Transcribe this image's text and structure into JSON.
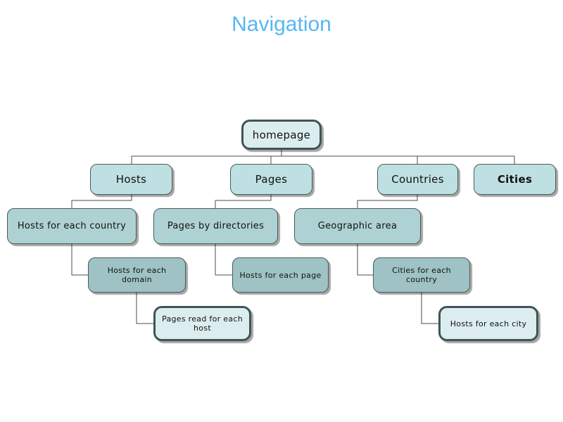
{
  "title": "Navigation",
  "colors": {
    "title_text": "#56b7f2",
    "primary_fill": "#dcedf0",
    "primary_border": "#3f5456",
    "level2_fill": "#bfe0e3",
    "level3_fill": "#aed2d4",
    "level4_fill": "#9fc2c4",
    "box_border": "#4a5a5a",
    "connector_line": "#4d4d4d",
    "shadow": "#9a9a9a"
  },
  "nodes": {
    "homepage": {
      "label": "homepage",
      "level": 1,
      "emphasis": "normal"
    },
    "hosts": {
      "label": "Hosts",
      "level": 2,
      "emphasis": "normal"
    },
    "pages": {
      "label": "Pages",
      "level": 2,
      "emphasis": "normal"
    },
    "countries": {
      "label": "Countries",
      "level": 2,
      "emphasis": "normal"
    },
    "cities": {
      "label": "Cities",
      "level": 2,
      "emphasis": "bold"
    },
    "hosts_country": {
      "label": "Hosts for each country",
      "level": 3,
      "emphasis": "normal"
    },
    "pages_dirs": {
      "label": "Pages by directories",
      "level": 3,
      "emphasis": "normal"
    },
    "geo_area": {
      "label": "Geographic area",
      "level": 3,
      "emphasis": "normal"
    },
    "hosts_domain": {
      "label": "Hosts for each domain",
      "level": 4,
      "emphasis": "normal"
    },
    "hosts_page": {
      "label": "Hosts for each page",
      "level": 4,
      "emphasis": "normal"
    },
    "cities_country": {
      "label": "Cities for each country",
      "level": 4,
      "emphasis": "normal"
    },
    "pages_host": {
      "label": "Pages read for each host",
      "level": 5,
      "emphasis": "normal"
    },
    "hosts_city": {
      "label": "Hosts for each city",
      "level": 5,
      "emphasis": "normal"
    }
  },
  "edges": [
    {
      "from": "homepage",
      "to": "hosts"
    },
    {
      "from": "homepage",
      "to": "pages"
    },
    {
      "from": "homepage",
      "to": "countries"
    },
    {
      "from": "homepage",
      "to": "cities"
    },
    {
      "from": "hosts",
      "to": "hosts_country"
    },
    {
      "from": "pages",
      "to": "pages_dirs"
    },
    {
      "from": "countries",
      "to": "geo_area"
    },
    {
      "from": "hosts_country",
      "to": "hosts_domain"
    },
    {
      "from": "pages_dirs",
      "to": "hosts_page"
    },
    {
      "from": "geo_area",
      "to": "cities_country"
    },
    {
      "from": "hosts_domain",
      "to": "pages_host"
    },
    {
      "from": "cities_country",
      "to": "hosts_city"
    }
  ]
}
